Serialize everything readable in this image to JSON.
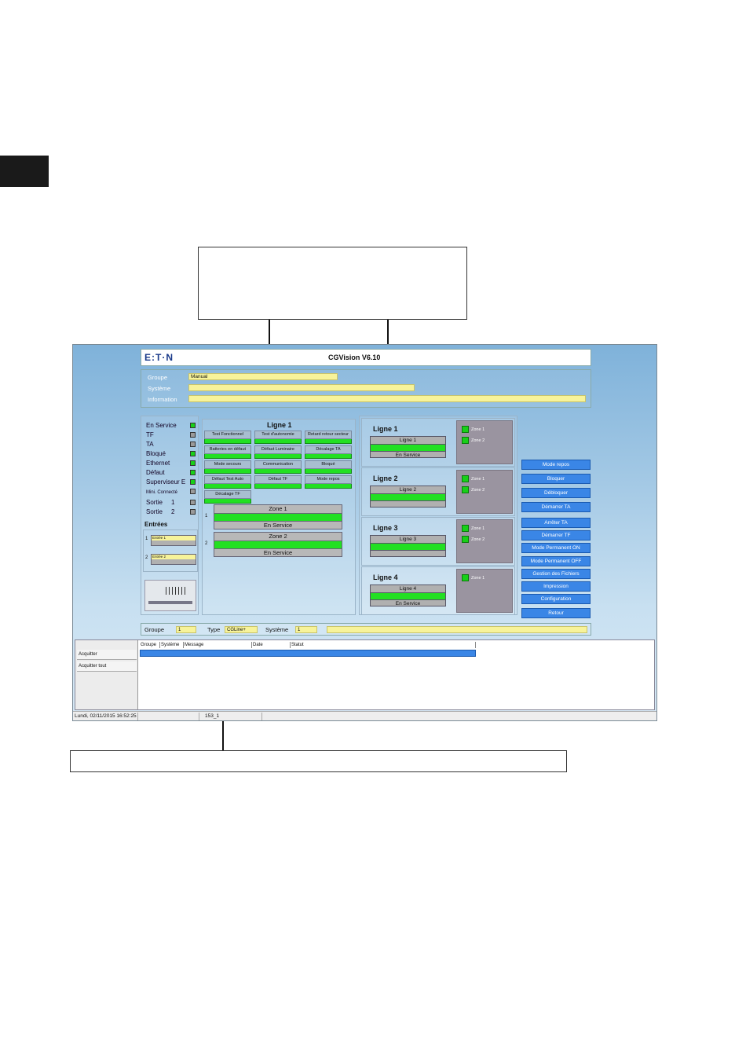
{
  "page": {
    "callout_top_text": "",
    "callout_bottom_text": ""
  },
  "app": {
    "logo": "E:T·N",
    "title": "CGVision V6.10",
    "info": {
      "groupe_label": "Groupe",
      "groupe_value": "Manual",
      "systeme_label": "Système",
      "systeme_value": "",
      "information_label": "Information",
      "information_value": ""
    },
    "status_list": [
      {
        "label": "En Service",
        "led": "green"
      },
      {
        "label": "TF",
        "led": "gray"
      },
      {
        "label": "TA",
        "led": "gray"
      },
      {
        "label": "Bloqué",
        "led": "green"
      },
      {
        "label": "Ethernet",
        "led": "green"
      },
      {
        "label": "Défaut",
        "led": "green"
      },
      {
        "label": "Superviseur E",
        "led": "green"
      },
      {
        "label": "Mini. Connecté",
        "led": "gray"
      },
      {
        "label": "Sortie     1",
        "led": "gray"
      },
      {
        "label": "Sortie     2",
        "led": "gray"
      }
    ],
    "entrees_title": "Entrées",
    "entrees": [
      {
        "num": "1",
        "label": "Entrée 1"
      },
      {
        "num": "2",
        "label": "Entrée 2"
      }
    ],
    "ligne_detail": {
      "title": "Ligne 1",
      "buttons": [
        "Test Fonctionnel",
        "Test d'autonomie",
        "Retard retour secteur",
        "Batteries en défaut",
        "Défaut Luminaire",
        "Décalage TA",
        "Mode secours",
        "Communication",
        "Bloqué",
        "Défaut Test Auto",
        "Défaut TF",
        "Mode repos",
        "Décalage TF"
      ],
      "zones": [
        {
          "num": "1",
          "name": "Zone 1",
          "status": "En Service"
        },
        {
          "num": "2",
          "name": "Zone 2",
          "status": "En Service"
        }
      ]
    },
    "lignes": [
      {
        "title": "Ligne 1",
        "name": "Ligne 1",
        "status": "En Service",
        "zones": [
          "Zone 1",
          "Zone 2"
        ]
      },
      {
        "title": "Ligne 2",
        "name": "Ligne 2",
        "status": "",
        "zones": [
          "Zone 1",
          "Zone 2"
        ]
      },
      {
        "title": "Ligne 3",
        "name": "Ligne 3",
        "status": "",
        "zones": [
          "Zone 1",
          "Zone 2"
        ]
      },
      {
        "title": "Ligne 4",
        "name": "Ligne 4",
        "status": "En Service",
        "zones": [
          "Zone 1"
        ]
      }
    ],
    "side_buttons": [
      "Mode repos",
      "Bloquer",
      "Débloquer",
      "Démarrer TA",
      "Arrêter TA",
      "Démarrer TF",
      "Mode Permanent ON",
      "Mode Permanent OFF",
      "Gestion des Fichiers",
      "Impression",
      "Configuration",
      "Retour"
    ],
    "bottom": {
      "groupe_label": "Groupe",
      "groupe_value": "1",
      "type_label": "Type",
      "type_value": "CGLine+",
      "systeme_label": "Système",
      "systeme_value": "1"
    },
    "alarm": {
      "acquitter": "Acquitter",
      "acquitter_tout": "Acquitter tout",
      "columns": [
        "Groupe",
        "Système",
        "Message",
        "Date",
        "Statut"
      ]
    },
    "statusbar": {
      "datetime": "Lundi, 02/11/2015 16:52:25",
      "code": "153_1"
    }
  }
}
